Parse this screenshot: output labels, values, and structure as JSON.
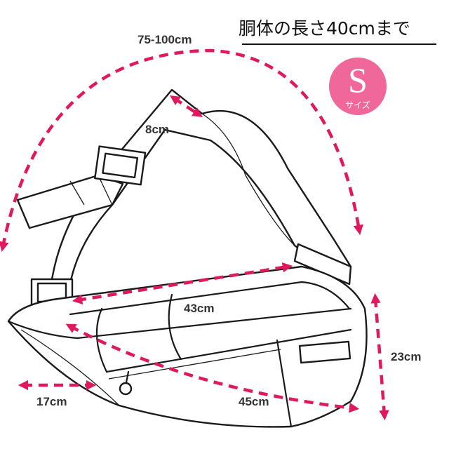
{
  "header": {
    "title": "胴体の長さ40cmまで"
  },
  "size_badge": {
    "letter": "S",
    "caption": "サイズ",
    "color": "#f0679a"
  },
  "dimensions": {
    "strap_length": "75-100cm",
    "strap_width": "8cm",
    "body_length": "43cm",
    "diagonal": "45cm",
    "height": "23cm",
    "end_depth": "17cm"
  },
  "colors": {
    "arrow": "#e0195e",
    "outline": "#1a1a1a"
  }
}
